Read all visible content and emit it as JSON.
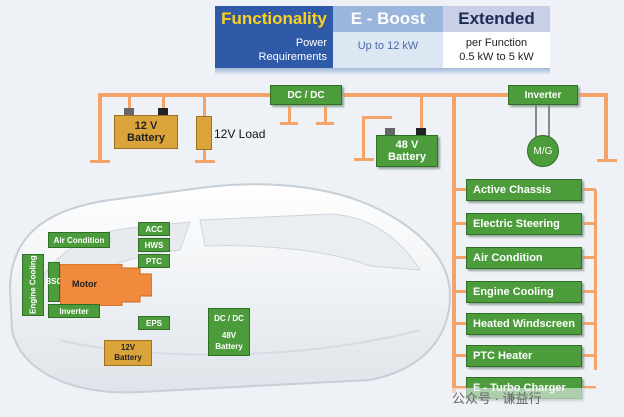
{
  "header": {
    "col1_title": "Functionality",
    "col1_line1": "Power",
    "col1_line2": "Requirements",
    "col2_title": "E - Boost",
    "col2_value": "Up to 12 kW",
    "col3_title": "Extended",
    "col3_line1": "per Function",
    "col3_line2": "0.5 kW to 5 kW"
  },
  "top_diagram": {
    "battery12_line1": "12 V",
    "battery12_line2": "Battery",
    "load_label": "12V Load",
    "dcdc": "DC / DC",
    "battery48_line1": "48 V",
    "battery48_line2": "Battery",
    "inverter": "Inverter",
    "mg": "M/G"
  },
  "loads": [
    "Active Chassis",
    "Electric Steering",
    "Air Condition",
    "Engine Cooling",
    "Heated Windscreen",
    "PTC Heater",
    "E - Turbo Charger"
  ],
  "car": {
    "engine_cooling": "Engine Cooling",
    "air_condition": "Air Condition",
    "bsg": "BSG",
    "motor": "Motor",
    "inverter": "Inverter",
    "acc": "ACC",
    "hws": "HWS",
    "ptc": "PTC",
    "eps": "EPS",
    "battery12_line1": "12V",
    "battery12_line2": "Battery",
    "dcdc": "DC / DC",
    "battery48_line1": "48V",
    "battery48_line2": "Battery"
  },
  "watermark": "公众号 · 谦益行",
  "colors": {
    "green": "#4c9c3c",
    "gold": "#dba43a",
    "orange_line": "#f5a469",
    "header_blue": "#2f5aa8",
    "header_yellow": "#ffd21a"
  }
}
